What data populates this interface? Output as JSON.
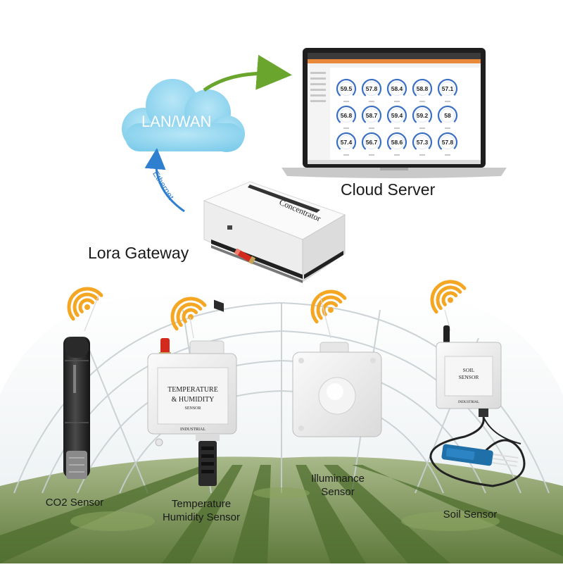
{
  "network": {
    "cloud_label": "LAN/WAN",
    "link_label": "Ethernet"
  },
  "server": {
    "label": "Cloud Server",
    "gauges": [
      "59.5",
      "57.8",
      "58.4",
      "58.8",
      "57.1",
      "56.8",
      "58.7",
      "59.4",
      "59.2",
      "58",
      "57.4",
      "56.7",
      "58.6",
      "57.3",
      "57.8"
    ]
  },
  "gateway": {
    "label": "Lora Gateway",
    "brand": "Concentrator"
  },
  "sensors": {
    "co2": {
      "label": "CO2 Sensor"
    },
    "temp": {
      "label_line1": "Temperature",
      "label_line2": "Humidity Sensor",
      "box_line1": "TEMPERATURE",
      "box_line2": "& HUMIDITY",
      "box_line3": "SENSOR",
      "box_footer": "INDUSTRIAL"
    },
    "illum": {
      "label_line1": "Illuminance",
      "label_line2": "Sensor"
    },
    "soil": {
      "label": "Soil Sensor",
      "box_line1": "SOIL",
      "box_line2": "SENSOR",
      "box_footer": "INDUSTRIAL"
    }
  },
  "colors": {
    "cloud": "#8fd3ee",
    "arrow_green": "#6aa52d",
    "arrow_blue": "#2f7fd1",
    "wifi": "#f5a623",
    "antenna": "#d42a1e"
  }
}
